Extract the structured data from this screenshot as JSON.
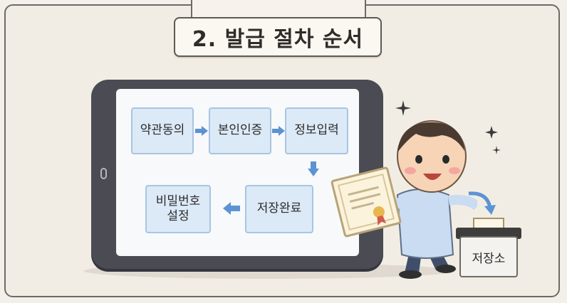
{
  "title": "2. 발급 절차 순서",
  "steps": {
    "s1": "약관동의",
    "s2": "본인인증",
    "s3": "정보입력",
    "s4": "저장완료",
    "s5_line1": "비밀번호",
    "s5_line2": "설정"
  },
  "storage_label": "저장소",
  "colors": {
    "background": "#f2ede4",
    "step_fill": "#dce9f7",
    "step_border": "#a8c5e2",
    "arrow": "#5d93d3",
    "tablet": "#4b4b53"
  },
  "icons": [
    "right-arrow-icon",
    "down-arrow-icon",
    "left-arrow-icon",
    "sparkle-icon",
    "certificate-icon",
    "curved-arrow-icon"
  ]
}
